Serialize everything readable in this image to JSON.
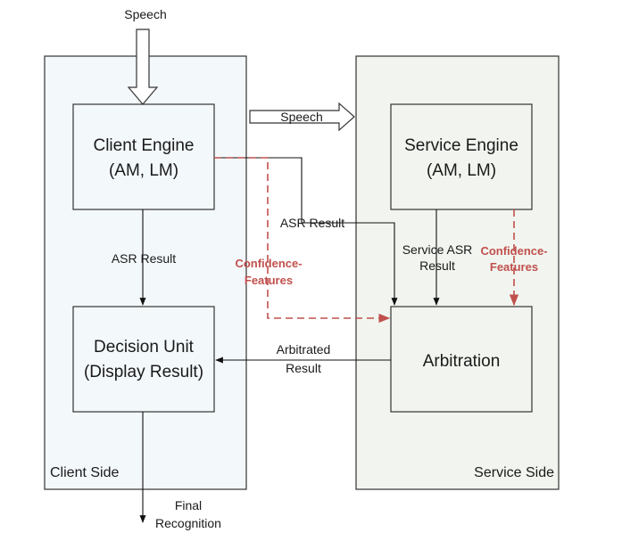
{
  "colors": {
    "client_panel_fill": "#f3f8fb",
    "service_panel_fill": "#f2f5ef",
    "box_stroke": "#333333",
    "confidence_red": "#c0504d"
  },
  "input": {
    "label": "Speech"
  },
  "client": {
    "panel_label": "Client Side",
    "engine": {
      "line1": "Client Engine",
      "line2": "(AM, LM)"
    },
    "decision": {
      "line1": "Decision Unit",
      "line2": "(Display Result)"
    },
    "asr_label": "ASR Result"
  },
  "service": {
    "panel_label": "Service Side",
    "engine": {
      "line1": "Service Engine",
      "line2": "(AM, LM)"
    },
    "arbitration": {
      "label": "Arbitration"
    },
    "asr_label": {
      "line1": "Service ASR",
      "line2": "Result"
    },
    "confidence": {
      "line1": "Confidence-",
      "line2": "Features"
    }
  },
  "links": {
    "speech_to_service": "Speech",
    "client_asr_result": "ASR Result",
    "client_confidence": {
      "line1": "Confidence-",
      "line2": "Features"
    },
    "arbitrated": {
      "line1": "Arbitrated",
      "line2": "Result"
    }
  },
  "output": {
    "line1": "Final",
    "line2": "Recognition"
  }
}
